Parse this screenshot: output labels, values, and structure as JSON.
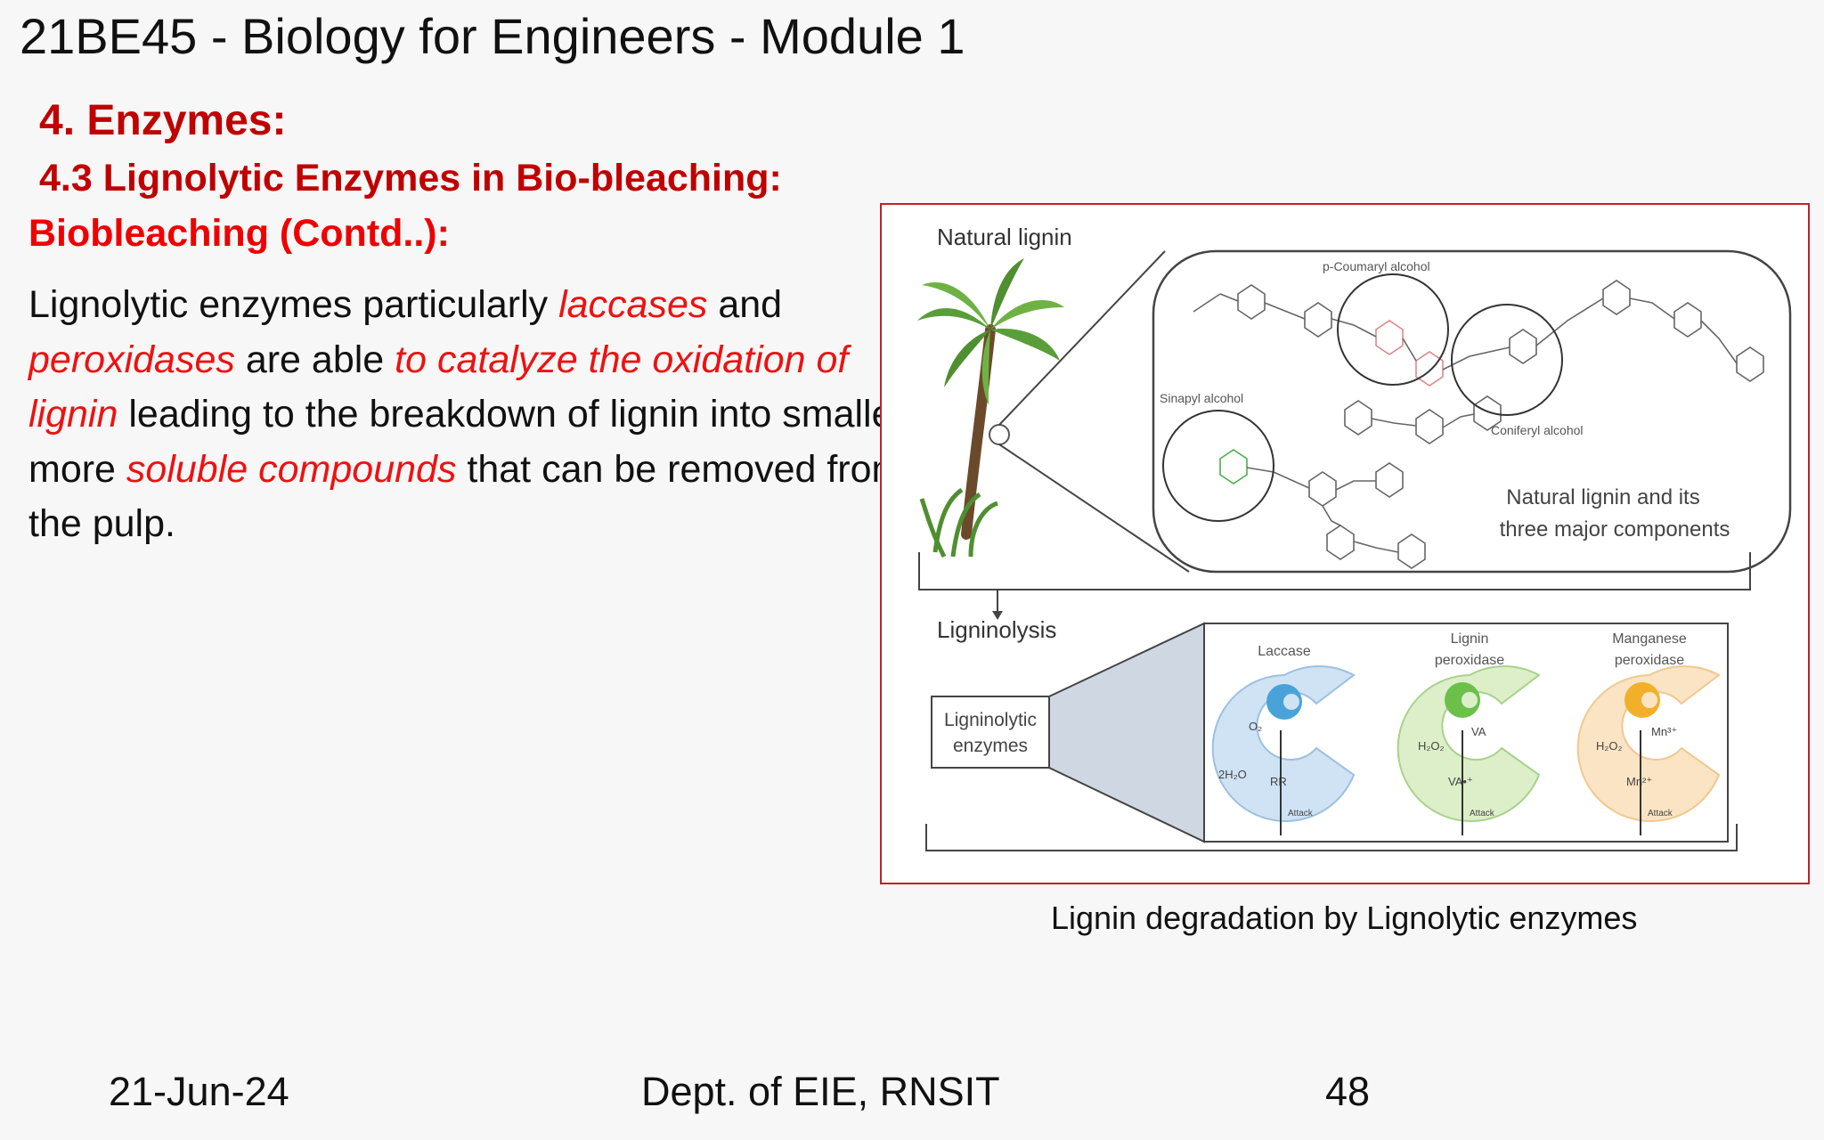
{
  "header": {
    "title": "21BE45 - Biology for Engineers - Module 1"
  },
  "section": {
    "heading": "4. Enzymes:",
    "subheading": "4.3 Lignolytic Enzymes in Bio-bleaching:",
    "topic": "Biobleaching (Contd..):"
  },
  "body": {
    "t1": "Lignolytic enzymes particularly ",
    "e1": "laccases",
    "t2": " and ",
    "e2": "peroxidases",
    "t3": " are able ",
    "e3": "to catalyze the oxidation of lignin",
    "t4": " leading to the breakdown of lignin into smaller more ",
    "e4": "soluble compounds",
    "t5": " that can be removed from the pulp."
  },
  "figure": {
    "natural_lignin_label": "Natural lignin",
    "coumaryl": "p-Coumaryl alcohol",
    "sinapyl": "Sinapyl alcohol",
    "coniferyl": "Coniferyl alcohol",
    "components_line1": "Natural lignin and its",
    "components_line2": "three major components",
    "ligninolysis_label": "Ligninolysis",
    "enzymes_box_line1": "Ligninolytic",
    "enzymes_box_line2": "enzymes",
    "laccase": "Laccase",
    "lignin_peroxidase_1": "Lignin",
    "lignin_peroxidase_2": "peroxidase",
    "manganese_peroxidase_1": "Manganese",
    "manganese_peroxidase_2": "peroxidase",
    "o2": "O₂",
    "h2o": "2H₂O",
    "rr": "RR",
    "h2o2": "H₂O₂",
    "va": "VA",
    "va_rad": "VA•⁺",
    "mn2": "Mn²⁺",
    "mn3": "Mn³⁺",
    "attack": "Attack"
  },
  "caption": "Lignin degradation by Lignolytic enzymes",
  "footer": {
    "date": "21-Jun-24",
    "dept": "Dept. of EIE, RNSIT",
    "page": "48"
  },
  "colors": {
    "heading_red": "#c00000",
    "emphasis_red": "#ee1111",
    "figure_border": "#c0202a",
    "laccase_blue": "#cfe3f5",
    "lip_green": "#dcefc9",
    "mnp_orange": "#fbe4c3"
  }
}
